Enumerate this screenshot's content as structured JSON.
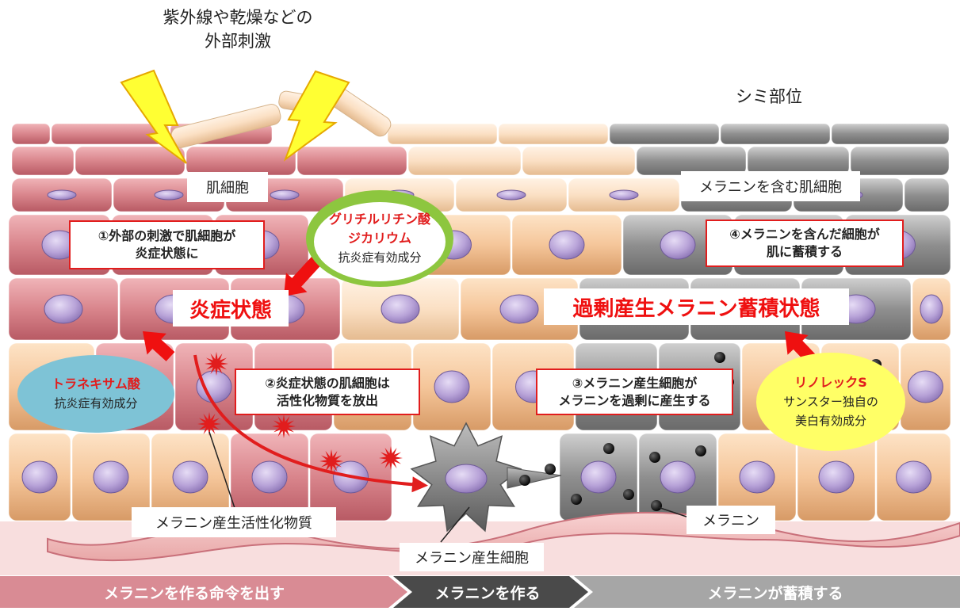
{
  "title_lines": [
    "紫外線や乾燥などの",
    "外部刺激"
  ],
  "spot_label": "シミ部位",
  "labels": {
    "skin_cell": "肌細胞",
    "melanin_cell": "メラニンを含む肌細胞",
    "activator": "メラニン産生活性化物質",
    "melanocyte": "メラニン産生細胞",
    "melanin": "メラニン"
  },
  "steps": [
    {
      "lines": [
        "①外部の刺激で肌細胞が",
        "炎症状態に"
      ]
    },
    {
      "lines": [
        "②炎症状態の肌細胞は",
        "活性化物質を放出"
      ]
    },
    {
      "lines": [
        "③メラニン産生細胞が",
        "メラニンを過剰に産生する"
      ]
    },
    {
      "lines": [
        "④メラニンを含んだ細胞が",
        "肌に蓄積する"
      ]
    }
  ],
  "states": {
    "inflammation": "炎症状態",
    "excess": "過剰産生メラニン蓄積状態"
  },
  "ingredients": [
    {
      "name_lines": [
        "グリチルリチン酸",
        "ジカリウム"
      ],
      "desc_lines": [
        "抗炎症有効成分"
      ],
      "color": "#8dc63f"
    },
    {
      "name_lines": [
        "トラネキサム酸"
      ],
      "desc_lines": [
        "抗炎症有効成分"
      ],
      "color": "#7ec3d6"
    },
    {
      "name_lines": [
        "リノレックS"
      ],
      "desc_lines": [
        "サンスター独自の",
        "美白有効成分"
      ],
      "color": "#ffff66"
    }
  ],
  "stages": [
    "メラニンを作る命令を出す",
    "メラニンを作る",
    "メラニンが蓄積する"
  ],
  "colors": {
    "inflamed": "#d9858c",
    "normal": "#f5c69a",
    "pale": "#fbe0c4",
    "melanin_cell": "#8f8f8f",
    "nucleus": "#b8a3d8",
    "accent_red": "#e11d1d",
    "stage1": "#d98b94",
    "stage2": "#4a4a4a",
    "stage3": "#a6a6a6"
  }
}
